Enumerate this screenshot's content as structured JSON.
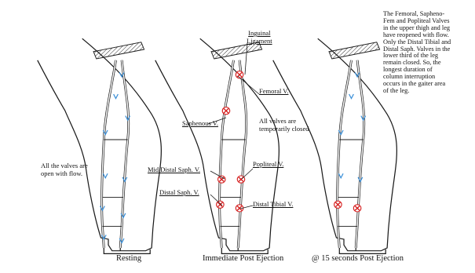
{
  "captions": {
    "resting": "Resting",
    "immediate": "Immediate Post Ejection",
    "fifteen": "@ 15 seconds Post Ejection"
  },
  "notes": {
    "resting_note": [
      "All the valves are",
      "open with flow."
    ],
    "closed_note": [
      "All valves are",
      "temporarily closed"
    ],
    "right_note": [
      "The Femoral, Sapheno-",
      "Fem and Popliteal Valves",
      "in the upper thigh and leg",
      "have reopened with flow.",
      "Only the Distal Tibial and",
      "Distal Saph. Valves in the",
      "lower third of the leg",
      "remain closed. So, the",
      "longest duration of",
      "column interruption",
      "occurs in the gaiter area",
      "of the leg."
    ]
  },
  "labels": {
    "inguinal": [
      "Inguinal",
      "Ligament"
    ],
    "femoral": "Femoral V.",
    "saphenous": "Saphenous V.",
    "mid_distal_saph": "Mid Distal Saph. V.",
    "popliteal": "Popliteal V.",
    "distal_saph": "Distal Saph. V.",
    "distal_tibial": "Distal Tibial V."
  },
  "colors": {
    "outline": "#1a1a1a",
    "valve_closed": "#d62020",
    "valve_open": "#3a8fd8"
  }
}
